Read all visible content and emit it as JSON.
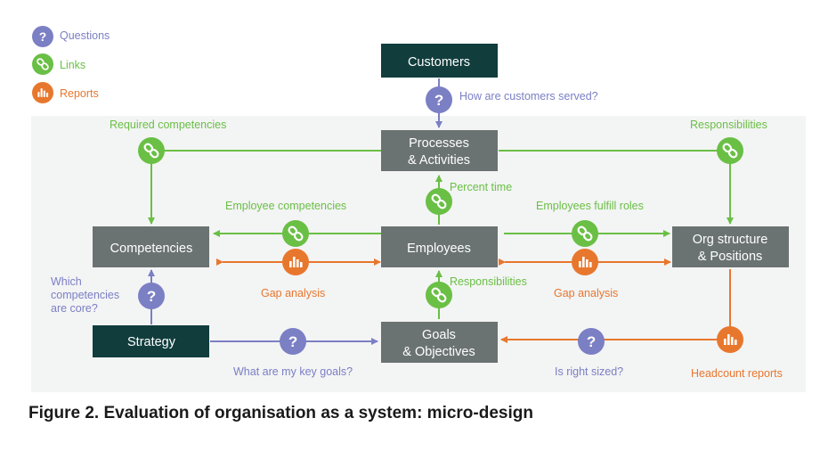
{
  "legend": {
    "questions": "Questions",
    "links": "Links",
    "reports": "Reports"
  },
  "nodes": {
    "customers": "Customers",
    "processes": [
      "Processes",
      "& Activities"
    ],
    "competencies": "Competencies",
    "employees": "Employees",
    "org": [
      "Org structure",
      "& Positions"
    ],
    "strategy": "Strategy",
    "goals": [
      "Goals",
      "& Objectives"
    ]
  },
  "labels": {
    "how_customers": "How are customers served?",
    "required_competencies": "Required competencies",
    "responsibilities_top": "Responsibilities",
    "percent_time": "Percent time",
    "employee_competencies": "Employee competencies",
    "employees_fulfill": "Employees fulfill roles",
    "gap_left": "Gap analysis",
    "gap_right": "Gap analysis",
    "responsibilities_mid": "Responsibilities",
    "which_competencies": [
      "Which",
      "competencies",
      "are core?"
    ],
    "key_goals": "What are my key goals?",
    "right_sized": "Is right sized?",
    "headcount": "Headcount reports"
  },
  "caption": "Figure 2. Evaluation of organisation as a system: micro-design",
  "colors": {
    "question": "#7b7fc4",
    "link": "#6abf45",
    "report": "#e8772e",
    "box_gray": "#6b7272",
    "box_dark": "#113d3d",
    "bg_panel": "#f3f4f4"
  }
}
